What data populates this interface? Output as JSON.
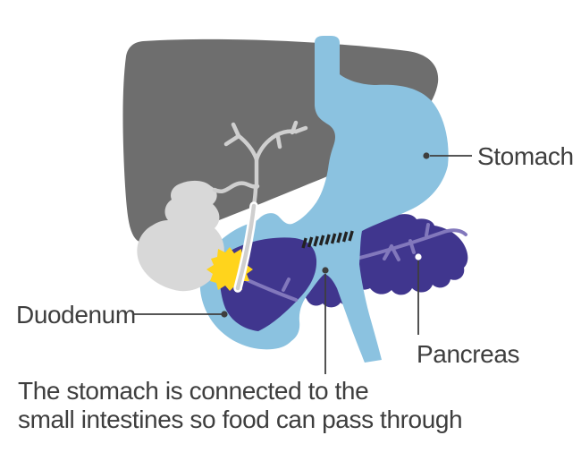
{
  "figure": {
    "type": "digestive-system-anatomy-diagram",
    "labels": {
      "stomach": "Stomach",
      "duodenum": "Duodenum",
      "pancreas": "Pancreas"
    },
    "caption": {
      "line1": "The stomach is connected to the",
      "line2": "small intestines so food can pass through"
    },
    "organs": [
      {
        "name": "liver"
      },
      {
        "name": "gallbladder"
      },
      {
        "name": "bile-duct"
      },
      {
        "name": "stomach"
      },
      {
        "name": "duodenum"
      },
      {
        "name": "small-intestine"
      },
      {
        "name": "pancreas"
      },
      {
        "name": "tumor"
      }
    ],
    "colors": {
      "stomach_blue": "#8bc2e0",
      "pancreas_purple": "#40368e",
      "pancreatic_duct_purple": "#8278bc",
      "liver_gray": "#6e6e6e",
      "gallbladder_gray": "#d8d8d8",
      "bile_duct_gray": "#cfcfcf",
      "tumor_yellow": "#ffd41c",
      "staple_black": "#222222",
      "text_gray": "#3e3e3e",
      "background": "#ffffff"
    }
  }
}
